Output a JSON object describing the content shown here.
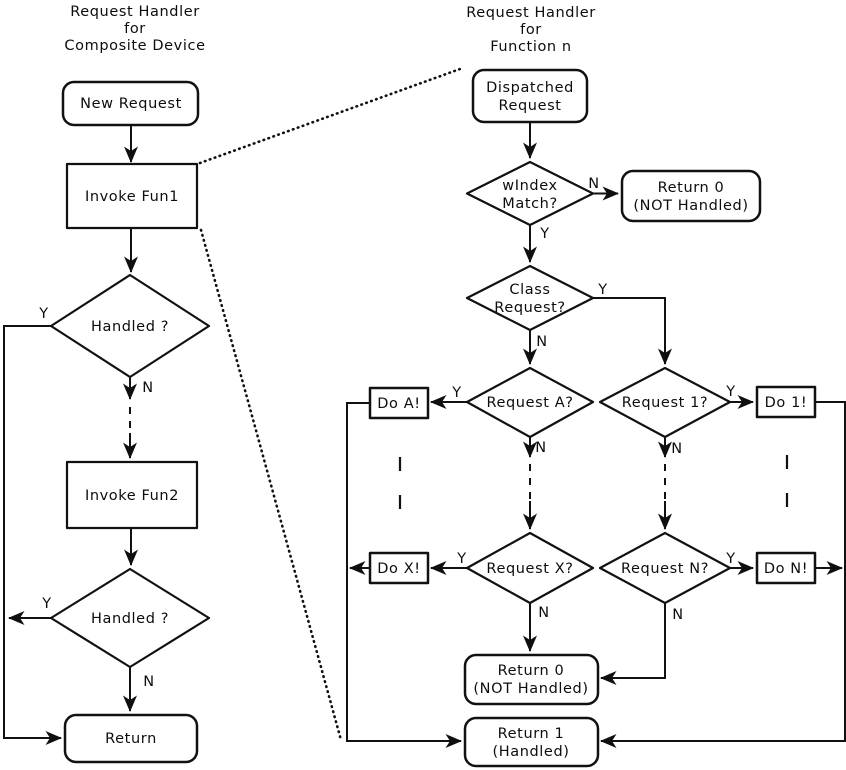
{
  "left": {
    "title_1": "Request Handler",
    "title_2": "for",
    "title_3": "Composite Device",
    "new_request": "New Request",
    "invoke_fun1": "Invoke Fun1",
    "handled_1": "Handled ?",
    "invoke_fun2": "Invoke Fun2",
    "handled_2": "Handled ?",
    "return": "Return",
    "labels": {
      "handled1_y": "Y",
      "handled1_n": "N",
      "handled2_y": "Y",
      "handled2_n": "N"
    }
  },
  "right": {
    "title_1": "Request Handler",
    "title_2": "for",
    "title_3": "Function n",
    "dispatched_1": "Dispatched",
    "dispatched_2": "Request",
    "windex_1": "wIndex",
    "windex_2": "Match?",
    "return0_top_1": "Return 0",
    "return0_top_2": "(NOT Handled)",
    "class_1": "Class",
    "class_2": "Request?",
    "request_a": "Request A?",
    "request_1": "Request 1?",
    "do_a": "Do A!",
    "do_1": "Do 1!",
    "request_x": "Request X?",
    "request_n": "Request N?",
    "do_x": "Do X!",
    "do_n": "Do N!",
    "return0_bot_1": "Return 0",
    "return0_bot_2": "(NOT Handled)",
    "return1_1": "Return 1",
    "return1_2": "(Handled)",
    "labels": {
      "windex_n": "N",
      "windex_y": "Y",
      "class_y": "Y",
      "class_n": "N",
      "request_a_y": "Y",
      "request_a_n": "N",
      "request_1_y": "Y",
      "request_1_n": "N",
      "request_x_y": "Y",
      "request_x_n": "N",
      "request_n_y": "Y",
      "request_n_n": "N"
    }
  },
  "colors": {
    "line": "#111111",
    "text": "#0d0d0d",
    "background": "#ffffff"
  }
}
